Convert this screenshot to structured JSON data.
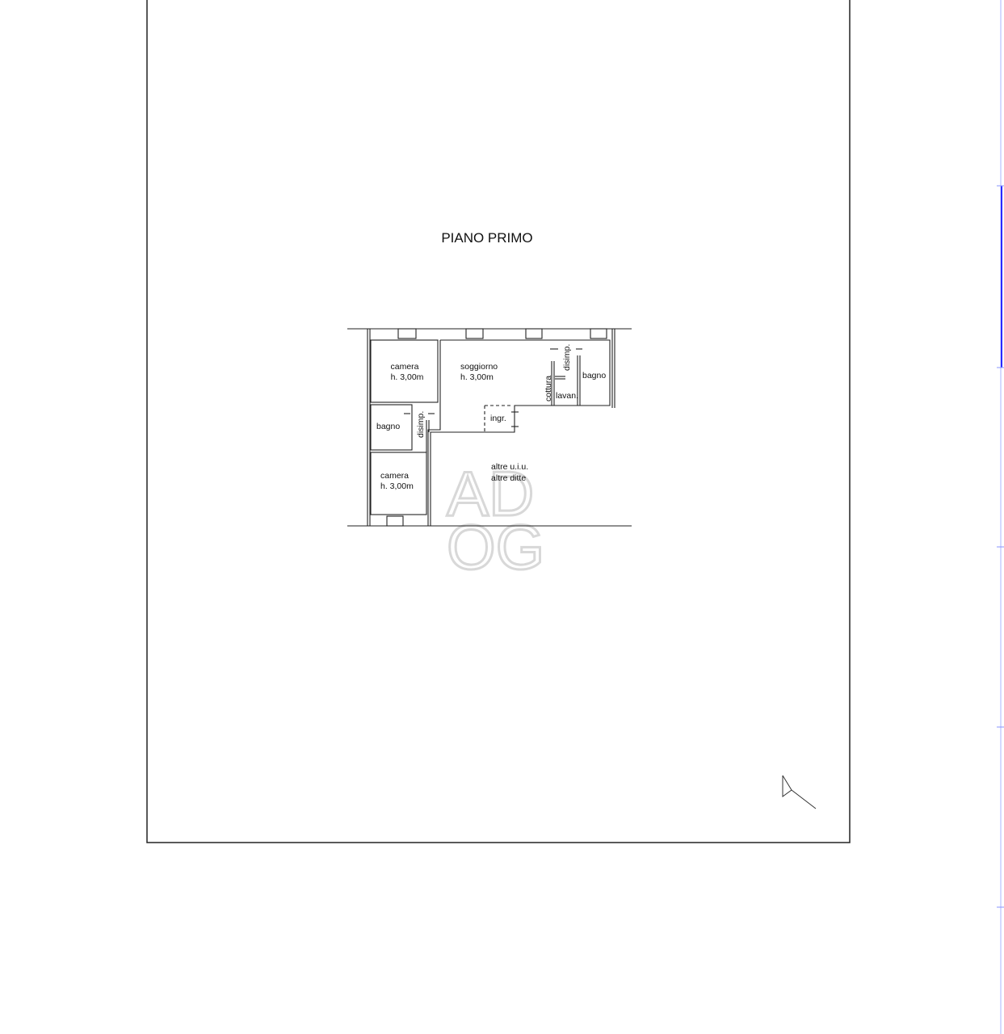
{
  "sheet": {
    "title": "PIANO PRIMO",
    "watermark": "ADOG"
  },
  "rooms": {
    "camera_top": {
      "name": "camera",
      "height": "h. 3,00m"
    },
    "soggiorno": {
      "name": "soggiorno",
      "height": "h. 3,00m"
    },
    "disimp_right": {
      "name": "disimp."
    },
    "cottura": {
      "name": "cottura"
    },
    "lavan": {
      "name": "lavan."
    },
    "bagno_right": {
      "name": "bagno"
    },
    "ingr": {
      "name": "ingr."
    },
    "bagno_left": {
      "name": "bagno"
    },
    "disimp_left": {
      "name": "disimp."
    },
    "camera_bottom": {
      "name": "camera",
      "height": "h. 3,00m"
    },
    "other": {
      "line1": "altre u.i.u.",
      "line2": "altre ditte"
    }
  },
  "colors": {
    "ruler": "#aab4ff",
    "ruler_active": "#2a2aff",
    "ink": "#111111"
  }
}
